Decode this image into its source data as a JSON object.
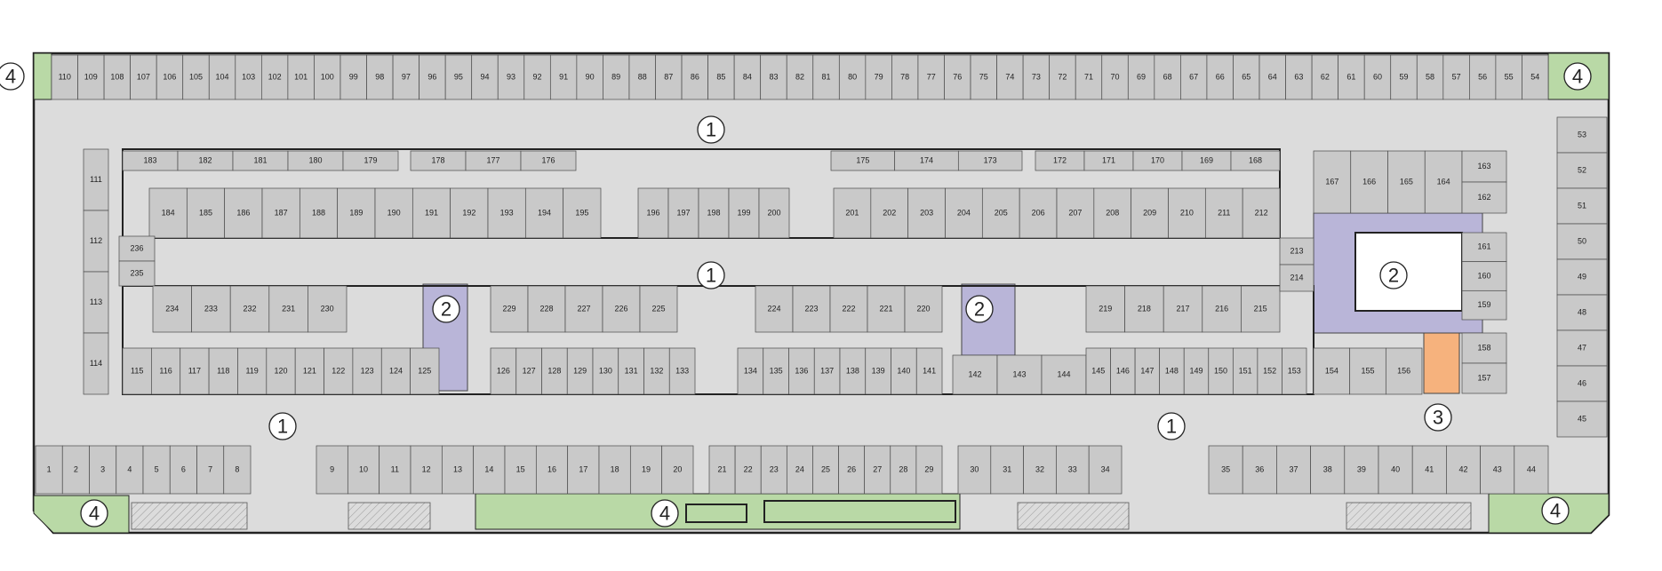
{
  "colors": {
    "aisle": "#dcdcdc",
    "unit": "#c9c9c9",
    "core": "#b9b5d8",
    "green": "#b9d9a6",
    "orange": "#f6b27d",
    "border": "#222222"
  },
  "markers": [
    "1",
    "2",
    "3",
    "4"
  ],
  "rows": {
    "top_row": [
      "110",
      "109",
      "108",
      "107",
      "106",
      "105",
      "104",
      "103",
      "102",
      "101",
      "100",
      "99",
      "98",
      "97",
      "96",
      "95",
      "94",
      "93",
      "92",
      "91",
      "90",
      "89",
      "88",
      "87",
      "86",
      "85",
      "84",
      "83",
      "82",
      "81",
      "80",
      "79",
      "78",
      "77",
      "76",
      "75",
      "74",
      "73",
      "72",
      "71",
      "70",
      "69",
      "68",
      "67",
      "66",
      "65",
      "64",
      "63",
      "62",
      "61",
      "60",
      "59",
      "58",
      "57",
      "56",
      "55",
      "54"
    ],
    "right_column": [
      "53",
      "52",
      "51",
      "50",
      "49",
      "48",
      "47",
      "46",
      "45"
    ],
    "bottom_row_a": [
      "1",
      "2",
      "3",
      "4",
      "5",
      "6",
      "7",
      "8"
    ],
    "bottom_row_b": [
      "9",
      "10",
      "11",
      "12",
      "13",
      "14",
      "15",
      "16",
      "17",
      "18",
      "19",
      "20"
    ],
    "bottom_row_c": [
      "21",
      "22",
      "23",
      "24",
      "25",
      "26",
      "27",
      "28",
      "29"
    ],
    "bottom_row_d": [
      "30",
      "31",
      "32",
      "33",
      "34"
    ],
    "bottom_row_e": [
      "35",
      "36",
      "37",
      "38",
      "39",
      "40",
      "41",
      "42",
      "43",
      "44"
    ],
    "island_top_outer_a": [
      "183",
      "182",
      "181",
      "180",
      "179"
    ],
    "island_top_outer_b": [
      "178",
      "177",
      "176"
    ],
    "island_top_outer_c": [
      "175",
      "174",
      "173"
    ],
    "island_top_outer_d": [
      "172",
      "171",
      "170",
      "169",
      "168"
    ],
    "island_top_inner_a": [
      "184",
      "185",
      "186",
      "187",
      "188",
      "189",
      "190",
      "191",
      "192",
      "193",
      "194",
      "195"
    ],
    "island_top_inner_b": [
      "196",
      "197",
      "198",
      "199",
      "200"
    ],
    "island_top_inner_c": [
      "201",
      "202",
      "203",
      "204",
      "205",
      "206",
      "207",
      "208",
      "209",
      "210",
      "211",
      "212"
    ],
    "left_column": [
      "111",
      "112",
      "113",
      "114"
    ],
    "left_small": [
      "236",
      "235"
    ],
    "island_mid_left_a": [
      "234",
      "233",
      "232",
      "231",
      "230"
    ],
    "island_mid_left_b": [
      "229",
      "228",
      "227",
      "226",
      "225"
    ],
    "island_mid_right_a": [
      "224",
      "223",
      "222",
      "221",
      "220"
    ],
    "island_mid_right_b": [
      "219",
      "218",
      "217",
      "216",
      "215"
    ],
    "island_right_small": [
      "213",
      "214"
    ],
    "island_bottom_a": [
      "115",
      "116",
      "117",
      "118",
      "119",
      "120",
      "121",
      "122",
      "123",
      "124",
      "125"
    ],
    "island_bottom_b": [
      "126",
      "127",
      "128",
      "129",
      "130",
      "131",
      "132",
      "133"
    ],
    "island_bottom_c": [
      "134",
      "135",
      "136",
      "137",
      "138",
      "139",
      "140",
      "141"
    ],
    "island_bottom_d": [
      "142",
      "143",
      "144"
    ],
    "island_bottom_e": [
      "145",
      "146",
      "147",
      "148",
      "149",
      "150",
      "151",
      "152",
      "153"
    ],
    "island_bottom_f": [
      "154",
      "155",
      "156"
    ],
    "east_top": [
      "167",
      "166",
      "165",
      "164"
    ],
    "east_col_a": [
      "163",
      "162"
    ],
    "east_col_b": [
      "161",
      "160",
      "159"
    ],
    "east_col_c": [
      "158",
      "157"
    ]
  }
}
